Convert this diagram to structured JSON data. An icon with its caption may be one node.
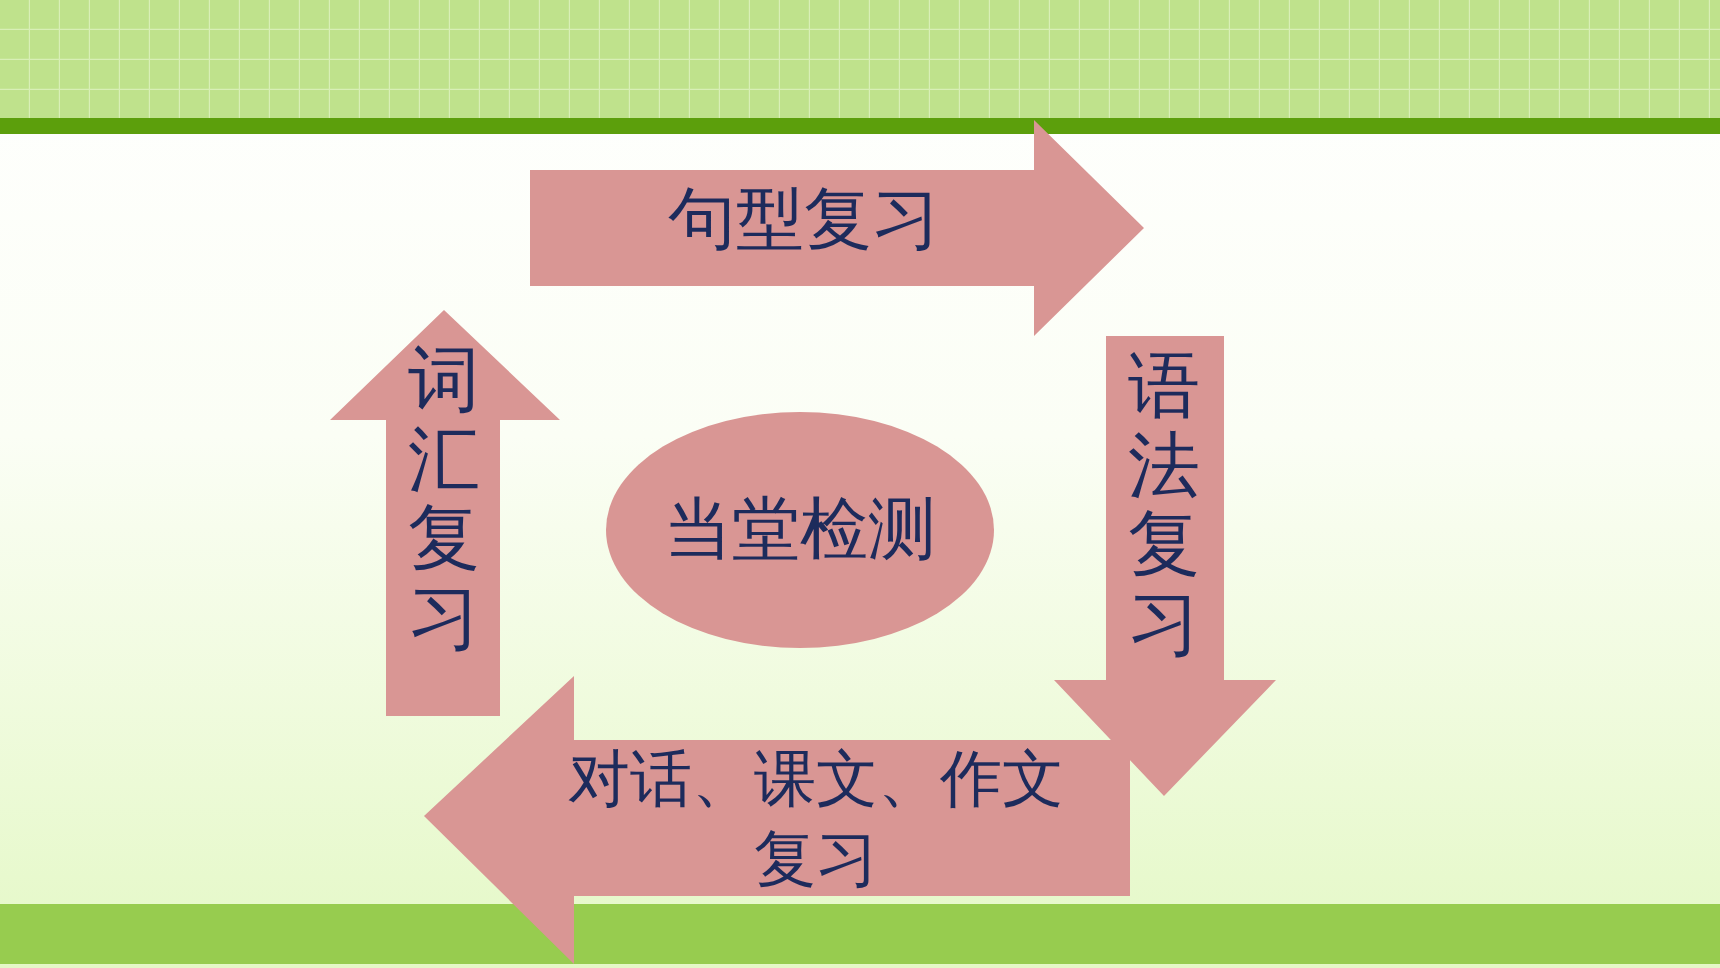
{
  "diagram": {
    "nodes": [
      {
        "text": [
          "句型复习"
        ]
      },
      {
        "text": [
          "词汇复习"
        ]
      },
      {
        "text": [
          "当堂检测"
        ]
      },
      {
        "text": [
          "语法复习"
        ]
      },
      {
        "text": [
          "对话、课文、作文复习"
        ]
      }
    ]
  }
}
